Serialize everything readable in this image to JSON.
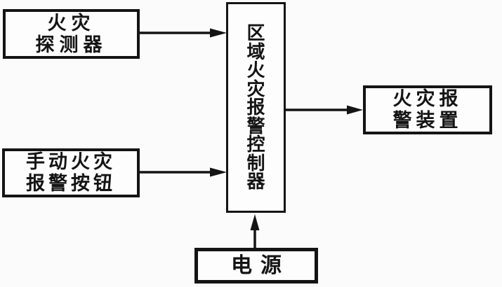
{
  "boxes": {
    "fire_detector": {
      "label": "火灾\n探测器"
    },
    "manual_button": {
      "label": "手动火灾\n报警按钮"
    },
    "controller": {
      "label": "区\n域\n火\n灾\n报\n警\n控\n制\n器"
    },
    "alarm_device": {
      "label": "火灾报\n警装置"
    },
    "power_supply": {
      "label": "电源"
    }
  },
  "arrows": [
    {
      "name": "detector-to-controller",
      "from": "fire_detector",
      "to": "controller"
    },
    {
      "name": "button-to-controller",
      "from": "manual_button",
      "to": "controller"
    },
    {
      "name": "controller-to-device",
      "from": "controller",
      "to": "alarm_device"
    },
    {
      "name": "power-to-controller",
      "from": "power_supply",
      "to": "controller"
    }
  ],
  "colors": {
    "line": "#141414",
    "background": "#fbfbfb",
    "box_background": "#fdfdfd",
    "text": "#141414"
  }
}
